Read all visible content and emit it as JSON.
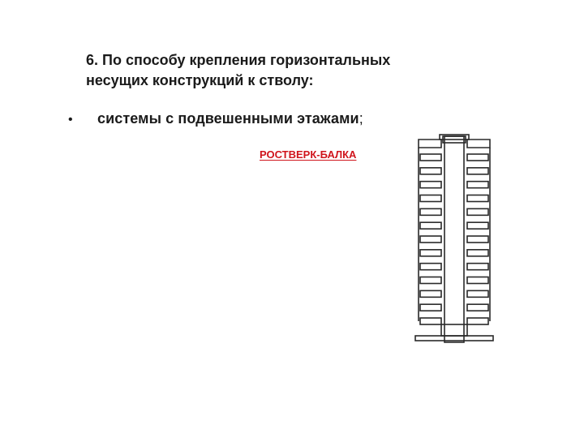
{
  "heading": {
    "line1": "6. По способу крепления горизонтальных",
    "line2": "несущих конструкций к стволу:"
  },
  "bullet": {
    "marker": "•",
    "text": "системы с подвешенными этажами",
    "punct": ";"
  },
  "annotation": {
    "label": "РОСТВЕРК-БАЛКА",
    "color": "#d0141c"
  },
  "diagram": {
    "floors_per_side": 13,
    "line_color": "#2a2a2a"
  }
}
